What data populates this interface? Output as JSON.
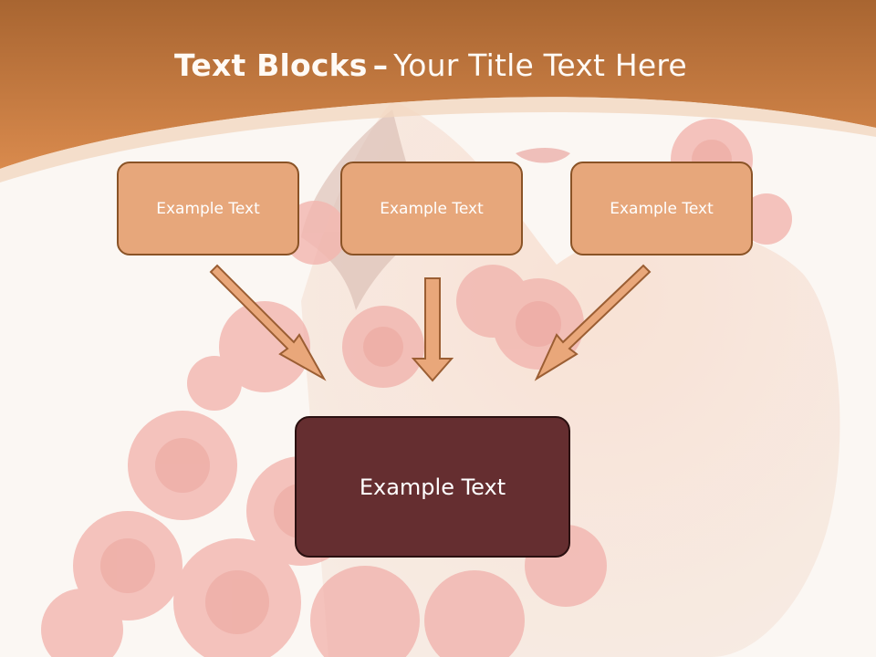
{
  "title": {
    "bold": "Text Blocks",
    "dash": "–",
    "rest": "Your Title Text Here"
  },
  "boxes": {
    "left": "Example Text",
    "center": "Example Text",
    "right": "Example Text",
    "main": "Example Text"
  },
  "colors": {
    "header": "#d6884a",
    "small_box_fill": "#e7a77b",
    "small_box_border": "#8a5326",
    "main_box_fill": "#652e30",
    "arrow_fill": "#e9a77a",
    "background": "#fbf6f2"
  },
  "background_image": "roses-bouquet-photo"
}
